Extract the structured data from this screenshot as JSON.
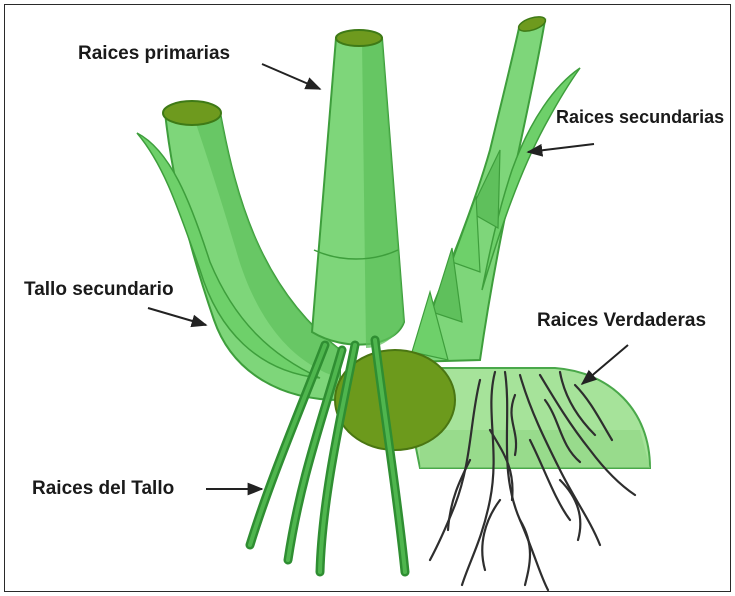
{
  "labels": {
    "raices_primarias": "Raices primarias",
    "raices_secundarias": "Raices secundarias",
    "tallo_secundario": "Tallo secundario",
    "raices_verdaderas": "Raices Verdaderas",
    "raices_del_tallo": "Raices del Tallo"
  },
  "colors": {
    "stem_light": "#7ed67a",
    "stem_mid": "#5fc05c",
    "stem_dark": "#3e9e3c",
    "cut_face": "#6e9a1e",
    "rhizome": "#a6e39a",
    "bulb": "#6c9a1c",
    "stem_roots": "#2f8e32",
    "true_roots": "#2e2e2e",
    "arrow": "#222222"
  }
}
